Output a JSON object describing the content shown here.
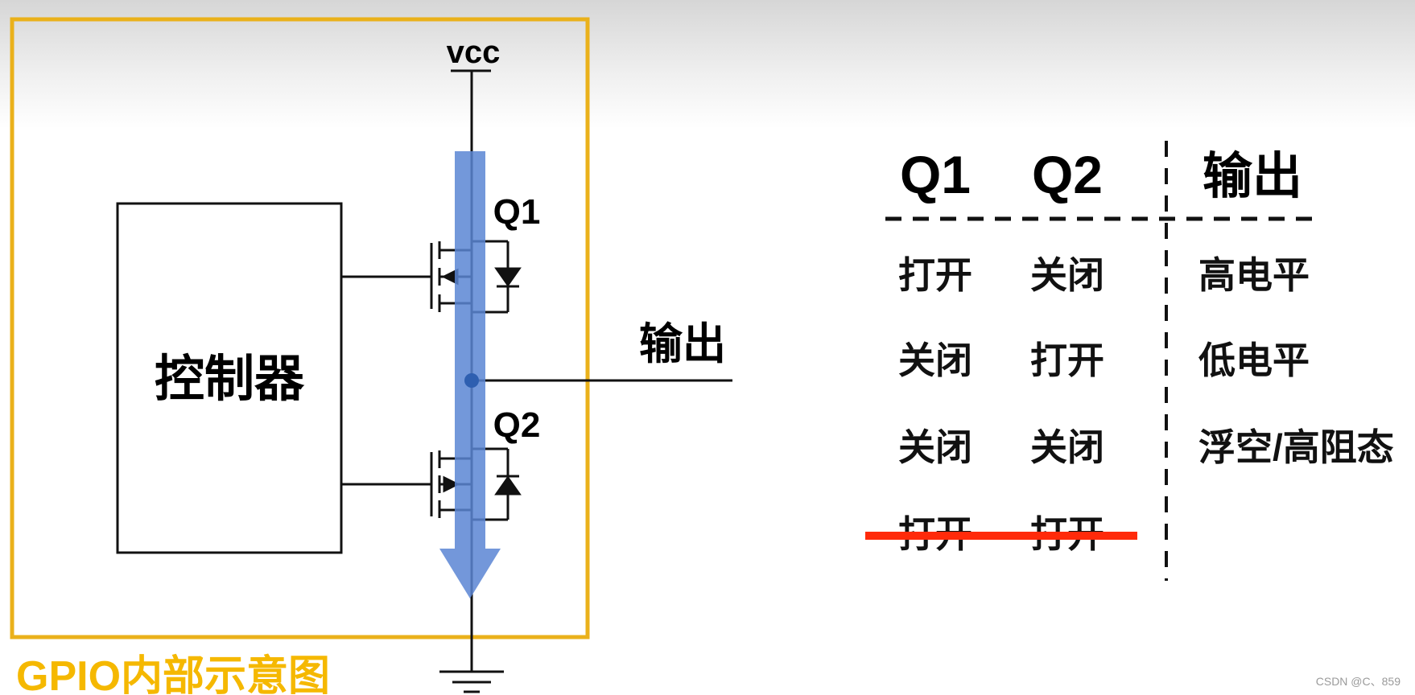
{
  "circuit": {
    "vcc_label": "vcc",
    "q1_label": "Q1",
    "q2_label": "Q2",
    "controller_label": "控制器",
    "output_label": "输出",
    "caption": "GPIO内部示意图"
  },
  "truth_table": {
    "headers": [
      "Q1",
      "Q2",
      "输出"
    ],
    "rows": [
      {
        "q1": "打开",
        "q2": "关闭",
        "output": "高电平"
      },
      {
        "q1": "关闭",
        "q2": "打开",
        "output": "低电平"
      },
      {
        "q1": "关闭",
        "q2": "关闭",
        "output": "浮空/高阻态"
      },
      {
        "q1": "打开",
        "q2": "打开",
        "output": ""
      }
    ]
  },
  "watermark": "CSDN @C、859",
  "colors": {
    "frame": "#eab11b",
    "caption": "#f5b800",
    "current_arrow": "#5b86d4",
    "strike": "#ff2a0a"
  }
}
